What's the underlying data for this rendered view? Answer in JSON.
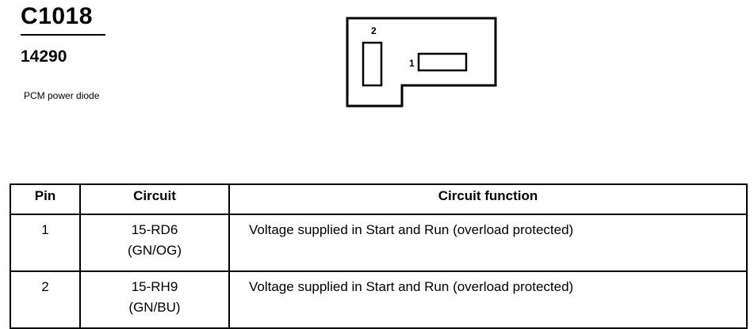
{
  "connector": {
    "id": "C1018",
    "part_number": "14290",
    "description": "PCM power diode",
    "pin_labels": {
      "pin1": "1",
      "pin2": "2"
    }
  },
  "table": {
    "headers": {
      "pin": "Pin",
      "circuit": "Circuit",
      "function": "Circuit function"
    },
    "rows": [
      {
        "pin": "1",
        "circuit": "15-RD6",
        "color": "(GN/OG)",
        "function": "Voltage supplied in Start and Run (overload protected)"
      },
      {
        "pin": "2",
        "circuit": "15-RH9",
        "color": "(GN/BU)",
        "function": "Voltage supplied in Start and Run (overload protected)"
      }
    ]
  }
}
